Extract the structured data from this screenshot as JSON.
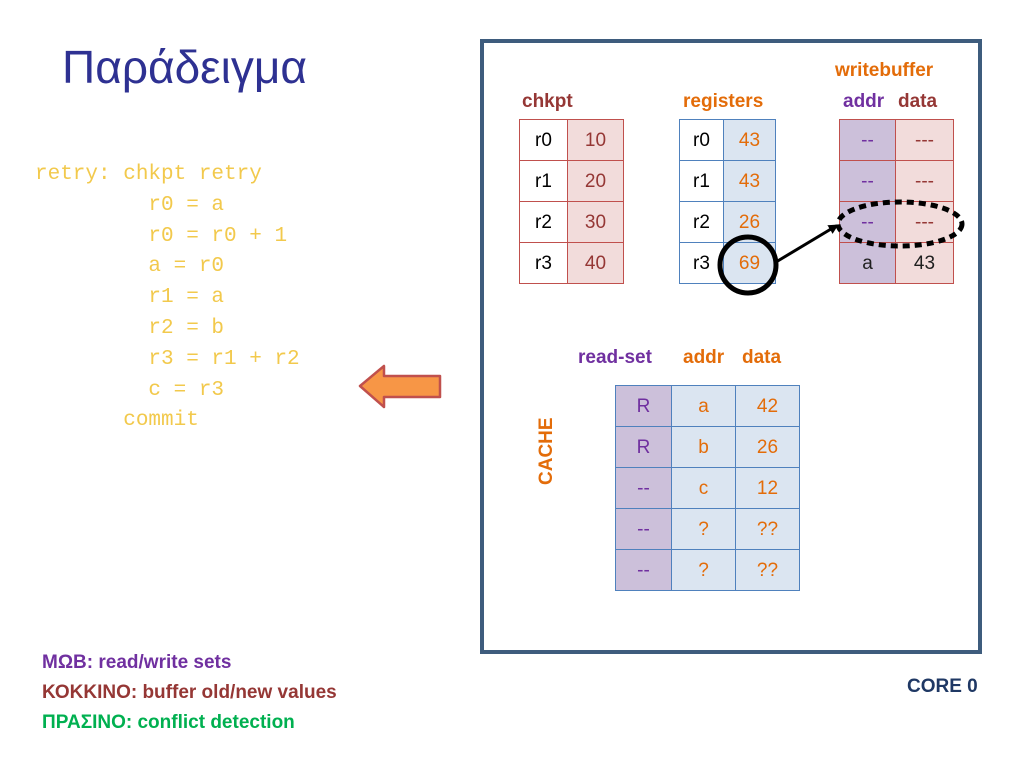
{
  "title": "Παράδειγμα",
  "code": {
    "lines": [
      "retry: chkpt retry",
      "         r0 = a",
      "         r0 = r0 + 1",
      "         a = r0",
      "         r1 = a",
      "         r2 = b",
      "         r3 = r1 + r2",
      "         c = r3",
      "       commit"
    ]
  },
  "legend": [
    {
      "text": "ΜΩΒ: read/write sets",
      "color": "#7030a0"
    },
    {
      "text": "ΚΟΚΚΙΝΟ: buffer old/new values",
      "color": "#953735"
    },
    {
      "text": "ΠΡΑΣΙΝΟ: conflict detection",
      "color": "#00b050"
    }
  ],
  "core_label": "CORE 0",
  "chkpt": {
    "label": "chkpt",
    "rows": [
      [
        "r0",
        "10"
      ],
      [
        "r1",
        "20"
      ],
      [
        "r2",
        "30"
      ],
      [
        "r3",
        "40"
      ]
    ]
  },
  "registers": {
    "label": "registers",
    "rows": [
      [
        "r0",
        "43"
      ],
      [
        "r1",
        "43"
      ],
      [
        "r2",
        "26"
      ],
      [
        "r3",
        "69"
      ]
    ]
  },
  "writebuffer": {
    "label": "writebuffer",
    "addr_label": "addr",
    "data_label": "data",
    "rows": [
      [
        "--",
        "---"
      ],
      [
        "--",
        "---"
      ],
      [
        "--",
        "---"
      ],
      [
        "a",
        "43"
      ]
    ]
  },
  "cache": {
    "label": "CACHE",
    "readset_label": "read-set",
    "addr_label": "addr",
    "data_label": "data",
    "rows": [
      [
        "R",
        "a",
        "42"
      ],
      [
        "R",
        "b",
        "26"
      ],
      [
        "--",
        "c",
        "12"
      ],
      [
        "--",
        "?",
        "??"
      ],
      [
        "--",
        "?",
        "??"
      ]
    ]
  },
  "colors": {
    "title": "#2e3192",
    "code": "#f2c94c",
    "red_fill": "#f2dcdb",
    "red_border": "#c0504d",
    "blue_fill": "#dbe5f1",
    "blue_border": "#4f81bd",
    "purple_fill": "#ccc0da",
    "orange_text": "#e36c09",
    "arrow_fill": "#f79646",
    "box_border": "#3e5c7d"
  }
}
